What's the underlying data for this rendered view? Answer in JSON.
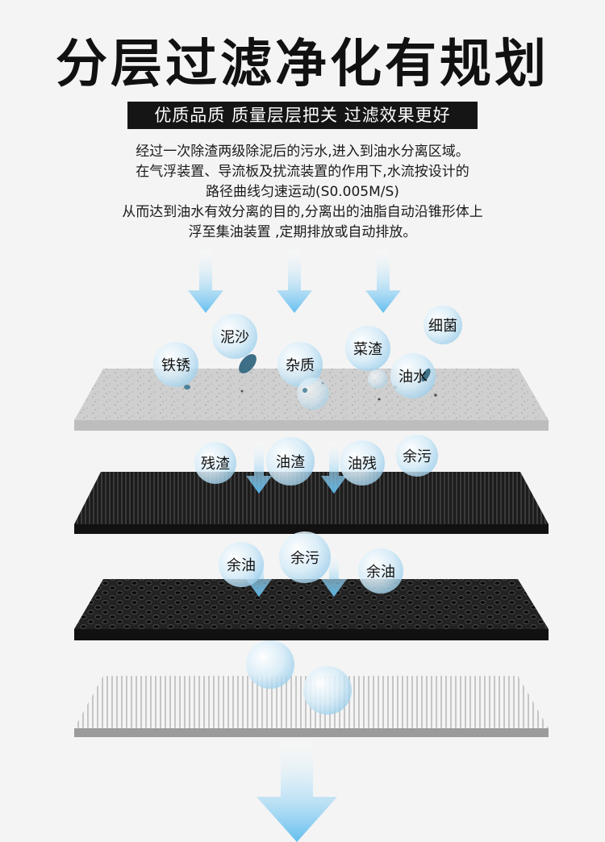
{
  "title": "分层过滤净化有规划",
  "banner": "优质品质 质量层层把关 过滤效果更好",
  "description": [
    "经过一次除渣两级除泥后的污水,进入到油水分离区域。",
    "在气浮装置、导流板及扰流装置的作用下,水流按设计的",
    "路径曲线匀速运动(S0.005M/S)",
    "从而达到油水有效分离的目的,分离出的油脂自动沿锥形体上",
    "浮至集油装置 ,定期排放或自动排放。"
  ],
  "bubbles": {
    "layer1": [
      "泥沙",
      "铁锈",
      "杂质",
      "菜渣",
      "细菌",
      "油水"
    ],
    "layer2": [
      "残渣",
      "油渣",
      "油残",
      "余污"
    ],
    "layer3": [
      "余油",
      "余污",
      "余油"
    ]
  },
  "colors": {
    "arrow": "#6fc4ef",
    "bubble": "#bfe2f5",
    "banner_bg": "#151515"
  }
}
